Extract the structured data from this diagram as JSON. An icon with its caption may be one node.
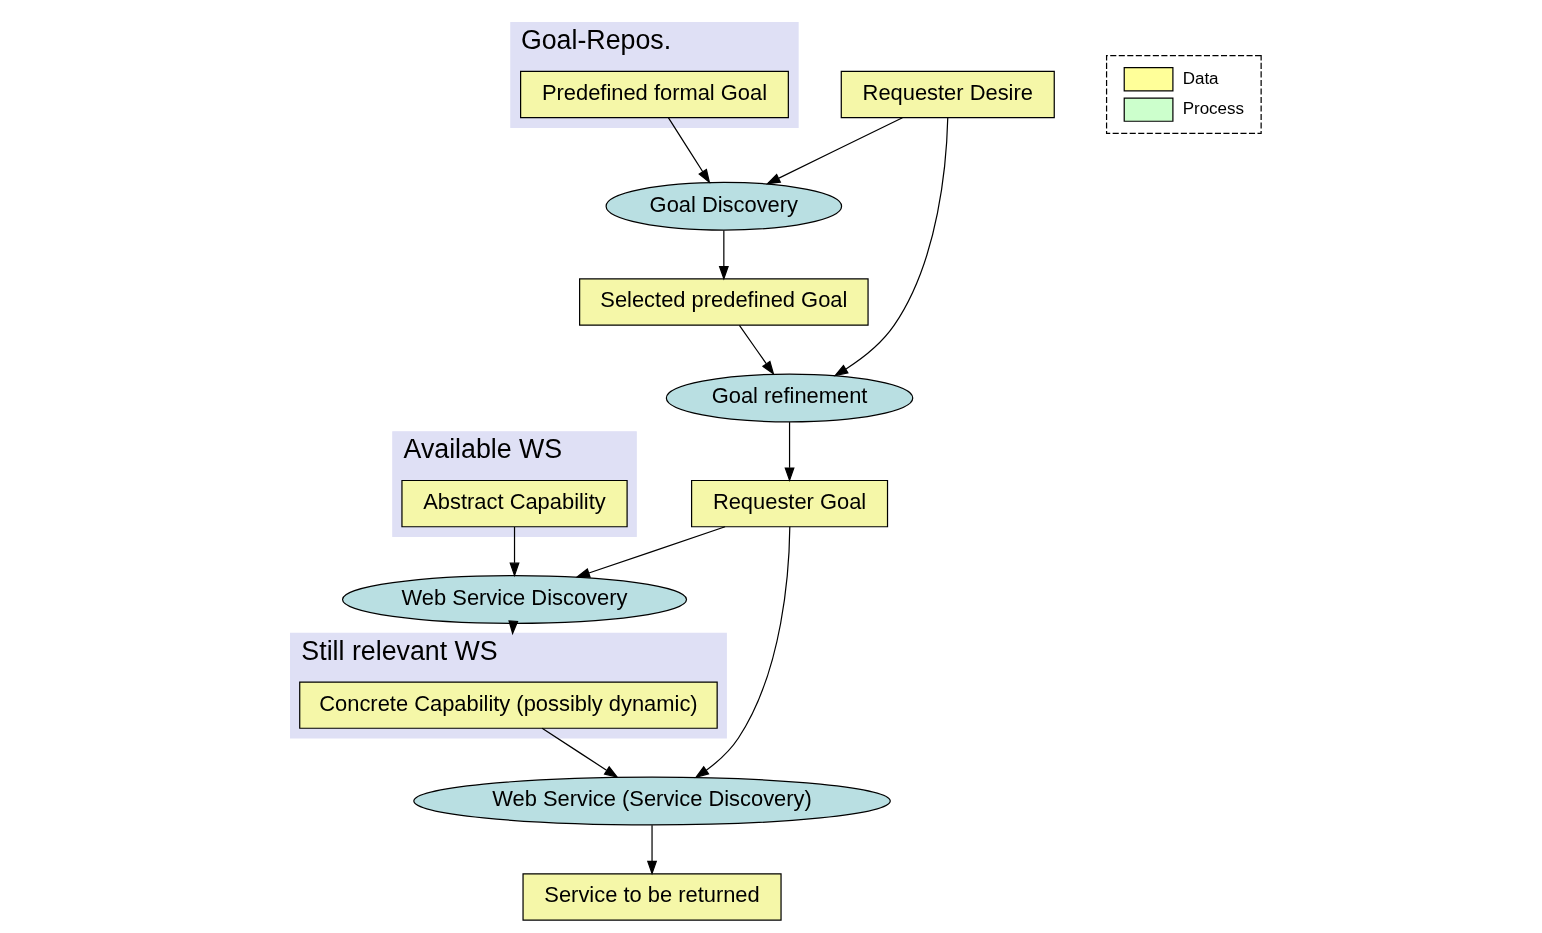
{
  "diagram": {
    "nodes": [
      {
        "text": [
          "Goal-Repos."
        ]
      },
      {
        "text": [
          "Predefined formal Goal"
        ],
        "in": 0
      },
      {
        "text": [
          "Requester Desire"
        ]
      },
      {
        "text": [
          "Goal Discovery"
        ]
      },
      {
        "text": [
          "Selected predefined Goal"
        ]
      },
      {
        "text": [
          "Goal refinement"
        ]
      },
      {
        "text": [
          "Requester Goal"
        ]
      },
      {
        "text": [
          "Available WS"
        ]
      },
      {
        "text": [
          "Abstract Capability"
        ],
        "in": 7
      },
      {
        "text": [
          "Web Service Discovery"
        ]
      },
      {
        "text": [
          "Still relevant WS"
        ]
      },
      {
        "text": [
          "Concrete Capability (possibly dynamic)"
        ],
        "in": 10
      },
      {
        "text": [
          "Web Service (Service Discovery)"
        ]
      },
      {
        "text": [
          "Service to be returned"
        ]
      }
    ],
    "edges": [
      {
        "from": 1,
        "to": 3,
        "arrow": "to"
      },
      {
        "from": 2,
        "to": 3,
        "arrow": "to"
      },
      {
        "from": 3,
        "to": 4,
        "arrow": "to"
      },
      {
        "from": 2,
        "to": 5,
        "arrow": "to"
      },
      {
        "from": 4,
        "to": 5,
        "arrow": "to"
      },
      {
        "from": 5,
        "to": 6,
        "arrow": "to"
      },
      {
        "from": 6,
        "to": 9,
        "arrow": "to"
      },
      {
        "from": 6,
        "to": 12,
        "arrow": "to"
      },
      {
        "from": 8,
        "to": 9,
        "arrow": "to"
      },
      {
        "from": 9,
        "to": 10,
        "arrow": "to"
      },
      {
        "from": 11,
        "to": 12,
        "arrow": "to"
      },
      {
        "from": 12,
        "to": 13,
        "arrow": "to"
      }
    ],
    "legend": [
      {
        "text": "Data",
        "color": "#ffff99"
      },
      {
        "text": "Process",
        "color": "#ccffcc"
      }
    ]
  }
}
